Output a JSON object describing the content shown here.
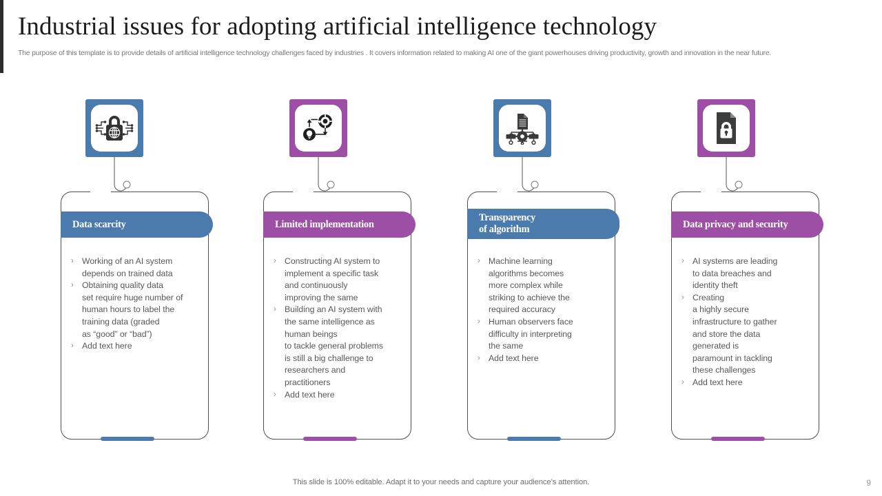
{
  "header": {
    "title": "Industrial issues for adopting artificial intelligence technology",
    "subtitle": "The purpose of this template is to provide details of artificial intelligence technology challenges faced by industries . It covers information related to making AI one of the giant powerhouses driving productivity, growth and innovation in the near future."
  },
  "theme": {
    "blue": "#4a7bac",
    "purple": "#9d4fa5",
    "text": "#585858",
    "title": "#1d1d1d"
  },
  "cards": [
    {
      "id": "data-scarcity",
      "color": "blue",
      "icon": "padlock-globe-network-icon",
      "title": "Data scarcity",
      "bullets": [
        "Working of an AI  system\ndepends on trained data",
        "Obtaining quality data\nset require huge number of\nhuman hours to label the\ntraining data (graded\nas “good” or “bad”)",
        "Add text here"
      ]
    },
    {
      "id": "limited-implementation",
      "color": "purple",
      "icon": "gear-lightbulb-cycle-icon",
      "title": "Limited implementation",
      "bullets": [
        "Constructing AI  system to\nimplement a specific task\nand continuously\nimproving the same",
        "Building an AI  system with\nthe same intelligence  as\nhuman beings\nto tackle general problems\nis still a big challenge to\nresearchers and\npractitioners",
        "Add text here"
      ]
    },
    {
      "id": "transparency-of-algorithm",
      "color": "blue",
      "icon": "document-gear-flowchart-icon",
      "title": "Transparency\nof algorithm",
      "bullets": [
        "Machine learning\nalgorithms becomes\nmore complex while\nstriking to achieve the\nrequired accuracy",
        "Human observers face\ndifficulty in interpreting\nthe same",
        "Add text here"
      ]
    },
    {
      "id": "data-privacy-and-security",
      "color": "purple",
      "icon": "document-padlock-icon",
      "title": "Data privacy and security",
      "bullets": [
        "AI  systems are leading\nto data breaches and\nidentity theft",
        "Creating\na highly  secure\ninfrastructure to gather\nand store the data\ngenerated is\nparamount in tackling\nthese challenges",
        "Add text here"
      ]
    }
  ],
  "bullet_marker": "›",
  "footer": {
    "note": "This slide is 100% editable. Adapt it to your needs and capture your audience’s attention.",
    "page_number": "9"
  }
}
